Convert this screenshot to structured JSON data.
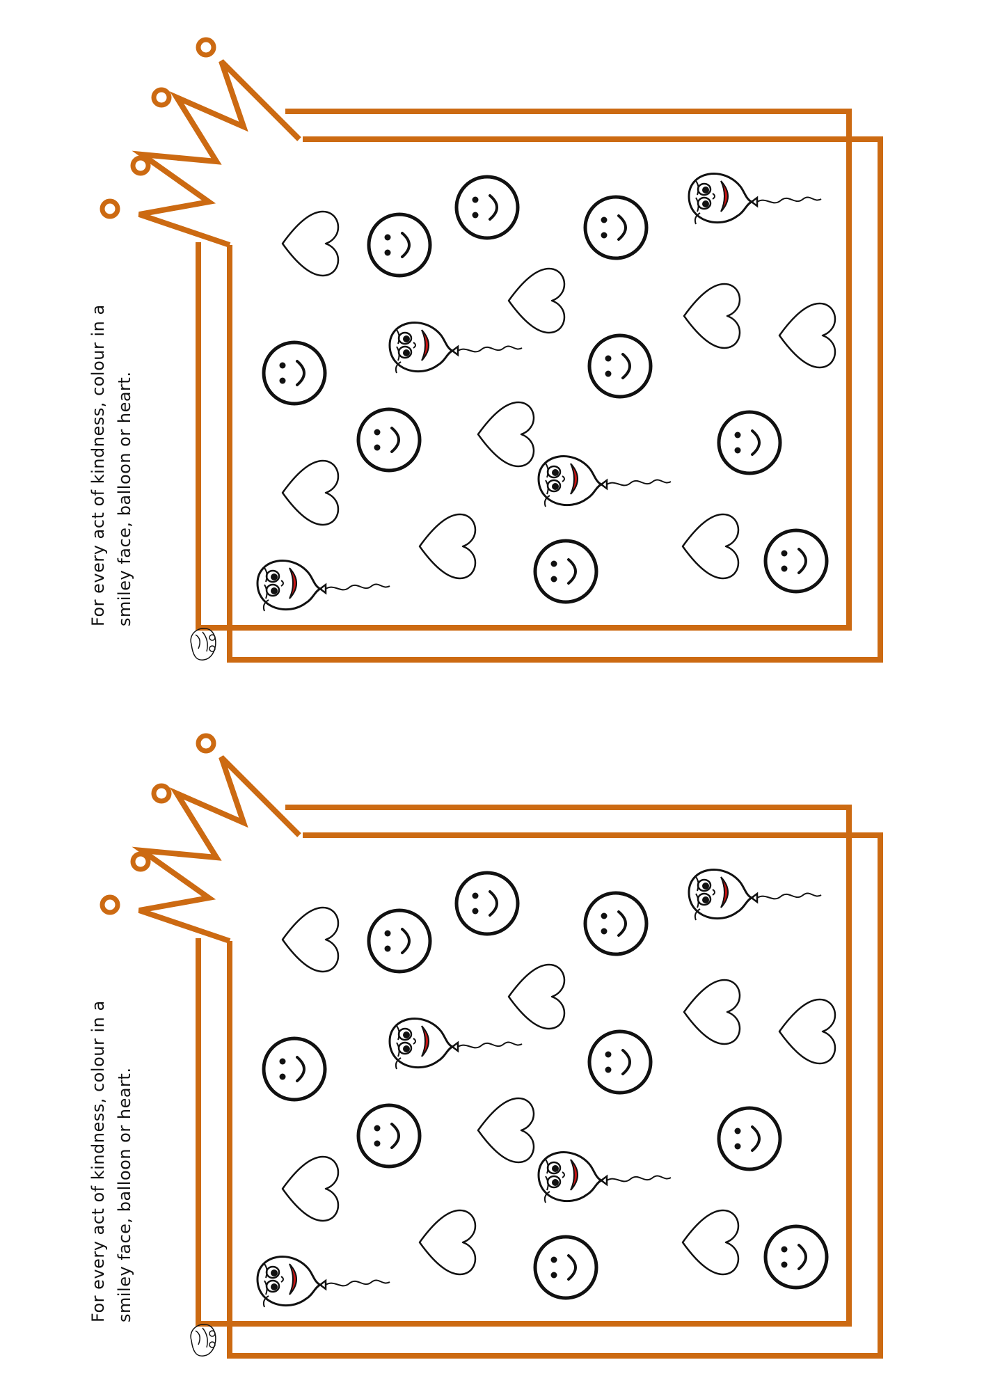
{
  "accent_color": "#cc6a12",
  "ink_color": "#111111",
  "sheets": [
    {
      "instruction_line1": "For every act of kindness, colour in a",
      "instruction_line2": "smiley face, balloon or heart."
    },
    {
      "instruction_line1": "For every act of kindness, colour in a",
      "instruction_line2": "smiley face, balloon or heart."
    }
  ],
  "icons": [
    "crown-icon",
    "smiley-face-icon",
    "heart-icon",
    "balloon-icon",
    "artist-logo"
  ]
}
